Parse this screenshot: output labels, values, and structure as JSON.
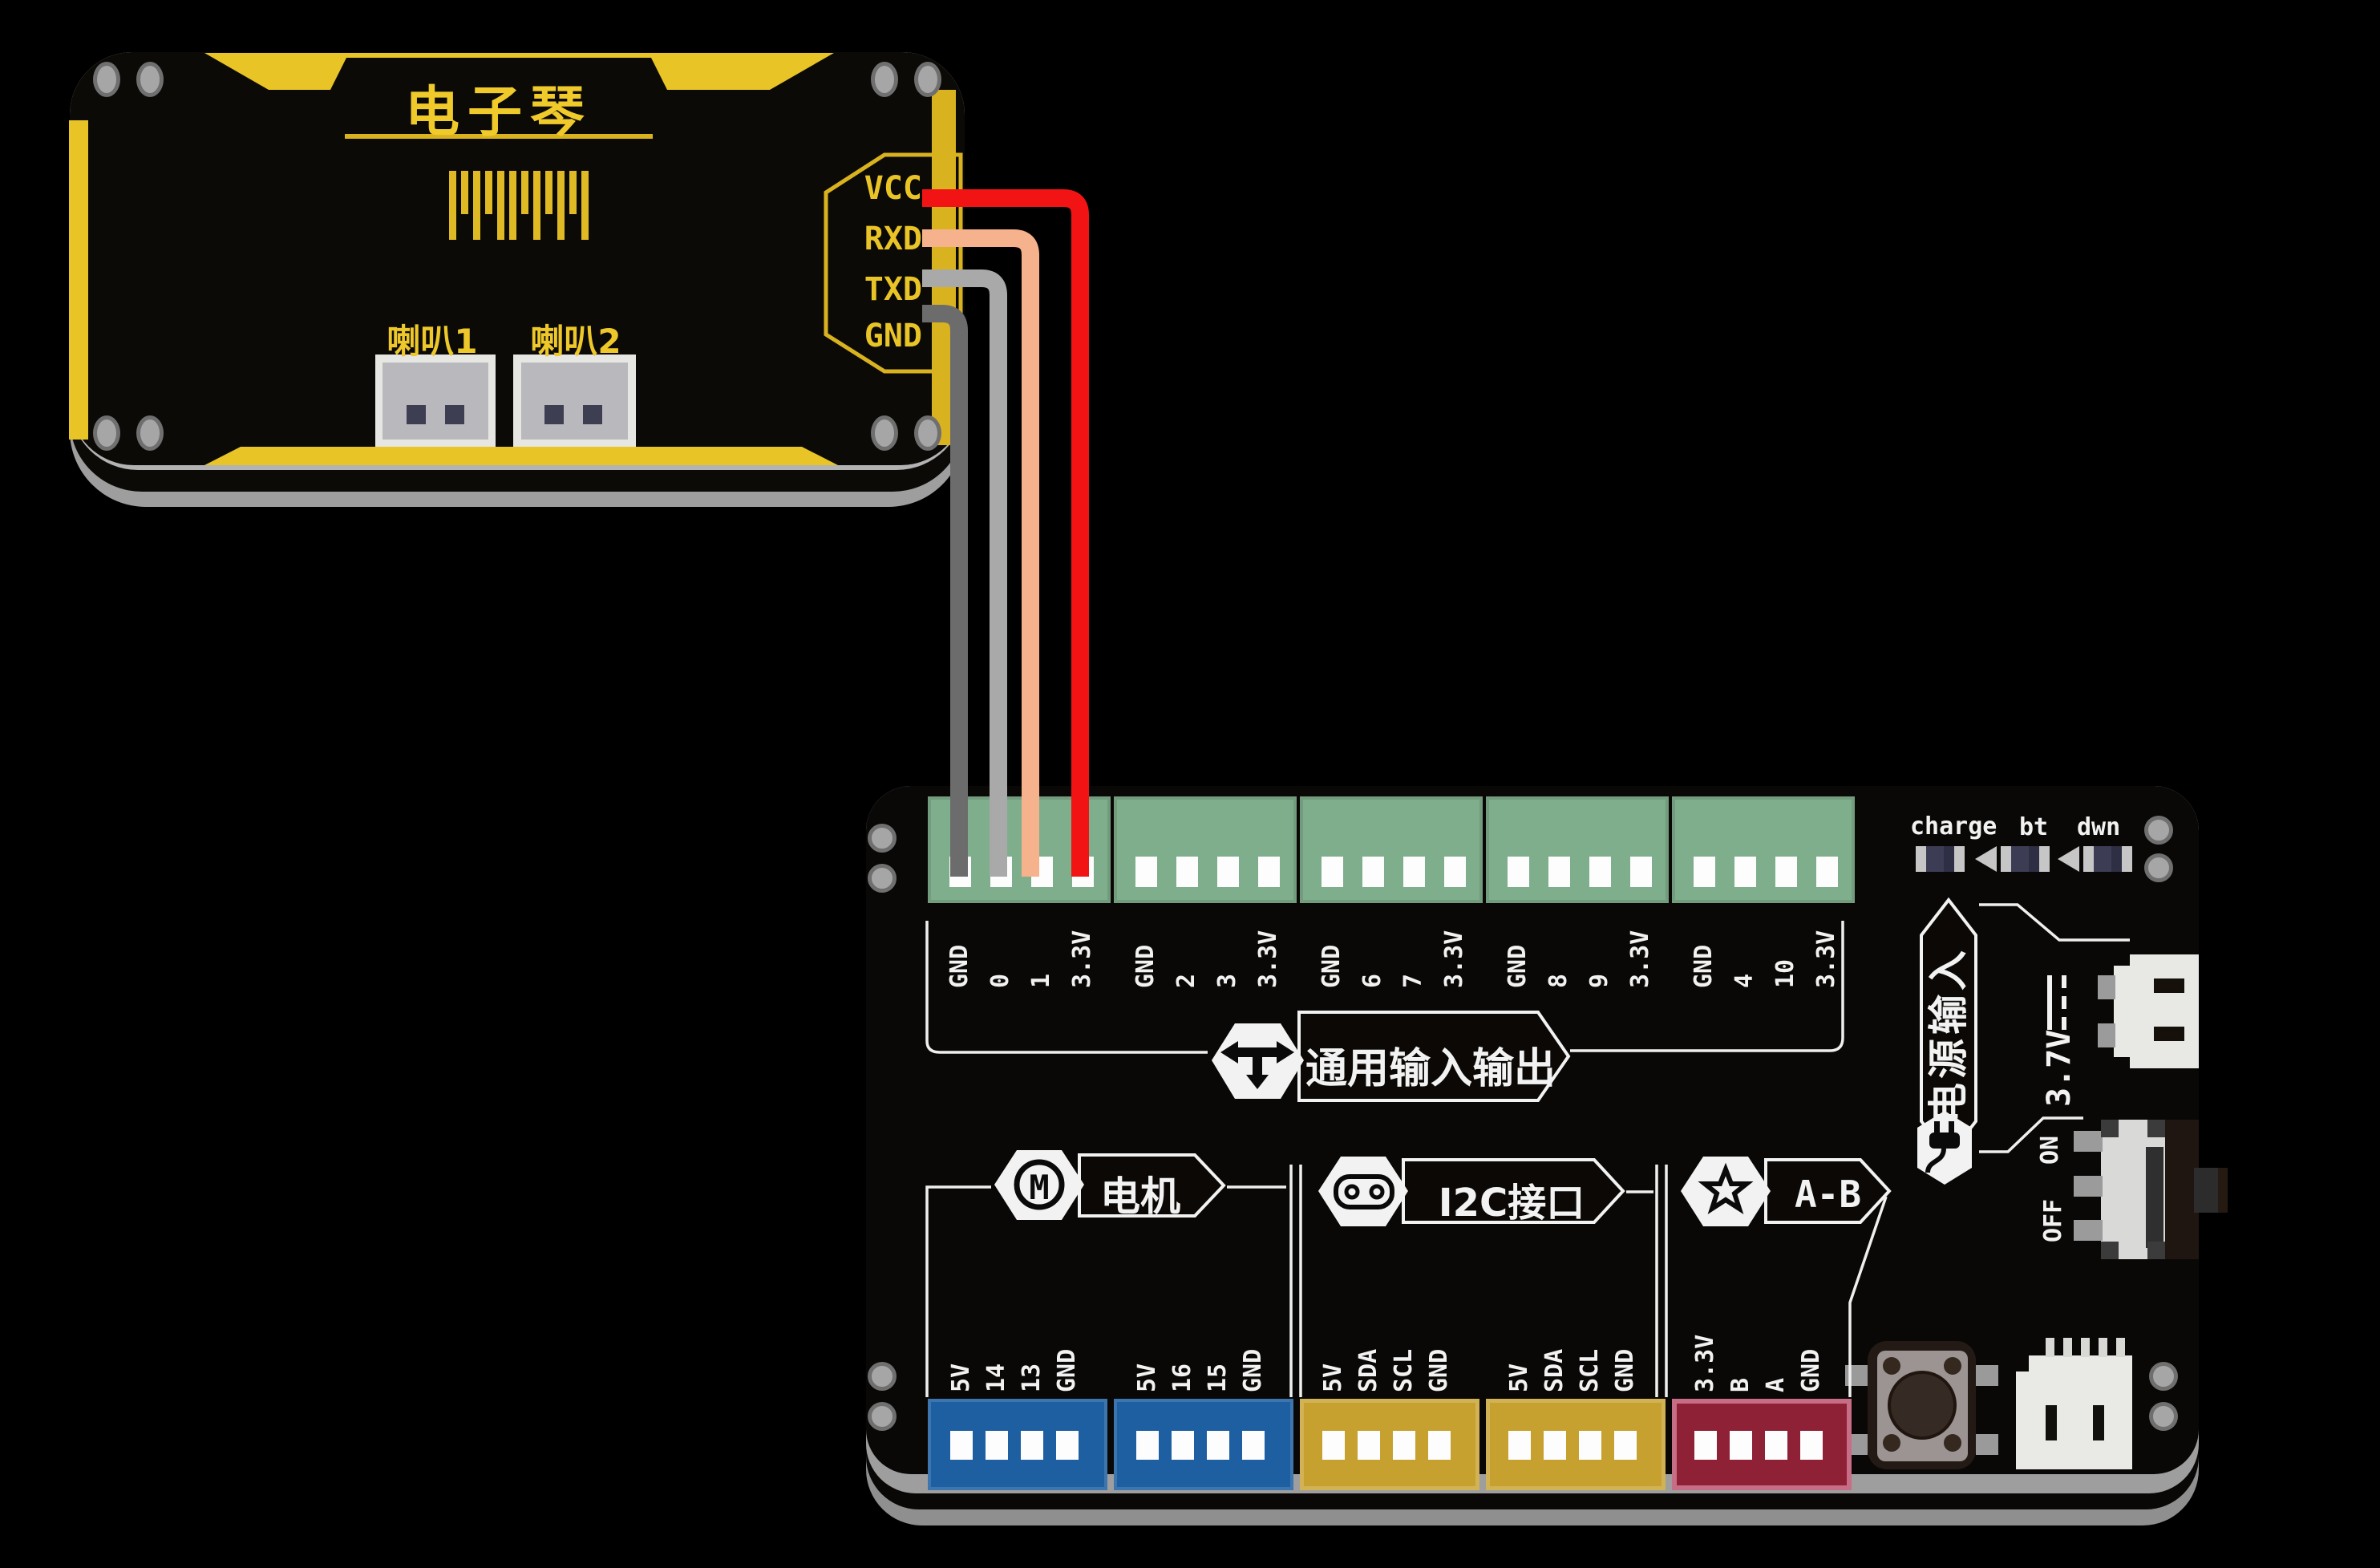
{
  "module": {
    "title": "电子琴",
    "speakers": [
      "喇叭1",
      "喇叭2"
    ],
    "pins": [
      "VCC",
      "RXD",
      "TXD",
      "GND"
    ]
  },
  "board": {
    "status_leds": [
      "charge",
      "bt",
      "dwn"
    ],
    "gpio": {
      "label": "通用输入输出",
      "blocks": [
        [
          "GND",
          "0",
          "1",
          "3.3V"
        ],
        [
          "GND",
          "2",
          "3",
          "3.3V"
        ],
        [
          "GND",
          "6",
          "7",
          "3.3V"
        ],
        [
          "GND",
          "8",
          "9",
          "3.3V"
        ],
        [
          "GND",
          "4",
          "10",
          "3.3V"
        ]
      ]
    },
    "motor": {
      "label": "电机",
      "icon_letter": "M",
      "blocks": [
        [
          "5V",
          "14",
          "13",
          "GND"
        ],
        [
          "5V",
          "16",
          "15",
          "GND"
        ]
      ]
    },
    "i2c": {
      "label": "I2C接口",
      "blocks": [
        [
          "5V",
          "SDA",
          "SCL",
          "GND"
        ],
        [
          "5V",
          "SDA",
          "SCL",
          "GND"
        ]
      ]
    },
    "ab": {
      "label": "A-B",
      "block": [
        "3.3V",
        "B",
        "A",
        "GND"
      ]
    },
    "power": {
      "label": "电源输入",
      "voltage": "3.7V",
      "switch": {
        "on": "ON",
        "off": "OFF"
      }
    }
  },
  "wires": [
    {
      "from": "VCC",
      "to": "3.3V",
      "color": "#f21414"
    },
    {
      "from": "RXD",
      "to": "1",
      "color": "#f6b28c"
    },
    {
      "from": "TXD",
      "to": "0",
      "color": "#a9a9a9"
    },
    {
      "from": "GND",
      "to": "GND",
      "color": "#6c6c6c"
    }
  ],
  "colors": {
    "module_yellow": "#e9c427",
    "board_black": "#0b0806",
    "terminal_green": "#7fae8c",
    "terminal_blue": "#1e5fa1",
    "terminal_yellow": "#c7a130",
    "terminal_maroon": "#8e2136",
    "wire_red": "#f21414",
    "wire_peach": "#f6b28c",
    "wire_gray": "#a9a9a9",
    "wire_darkgray": "#6c6c6c"
  }
}
